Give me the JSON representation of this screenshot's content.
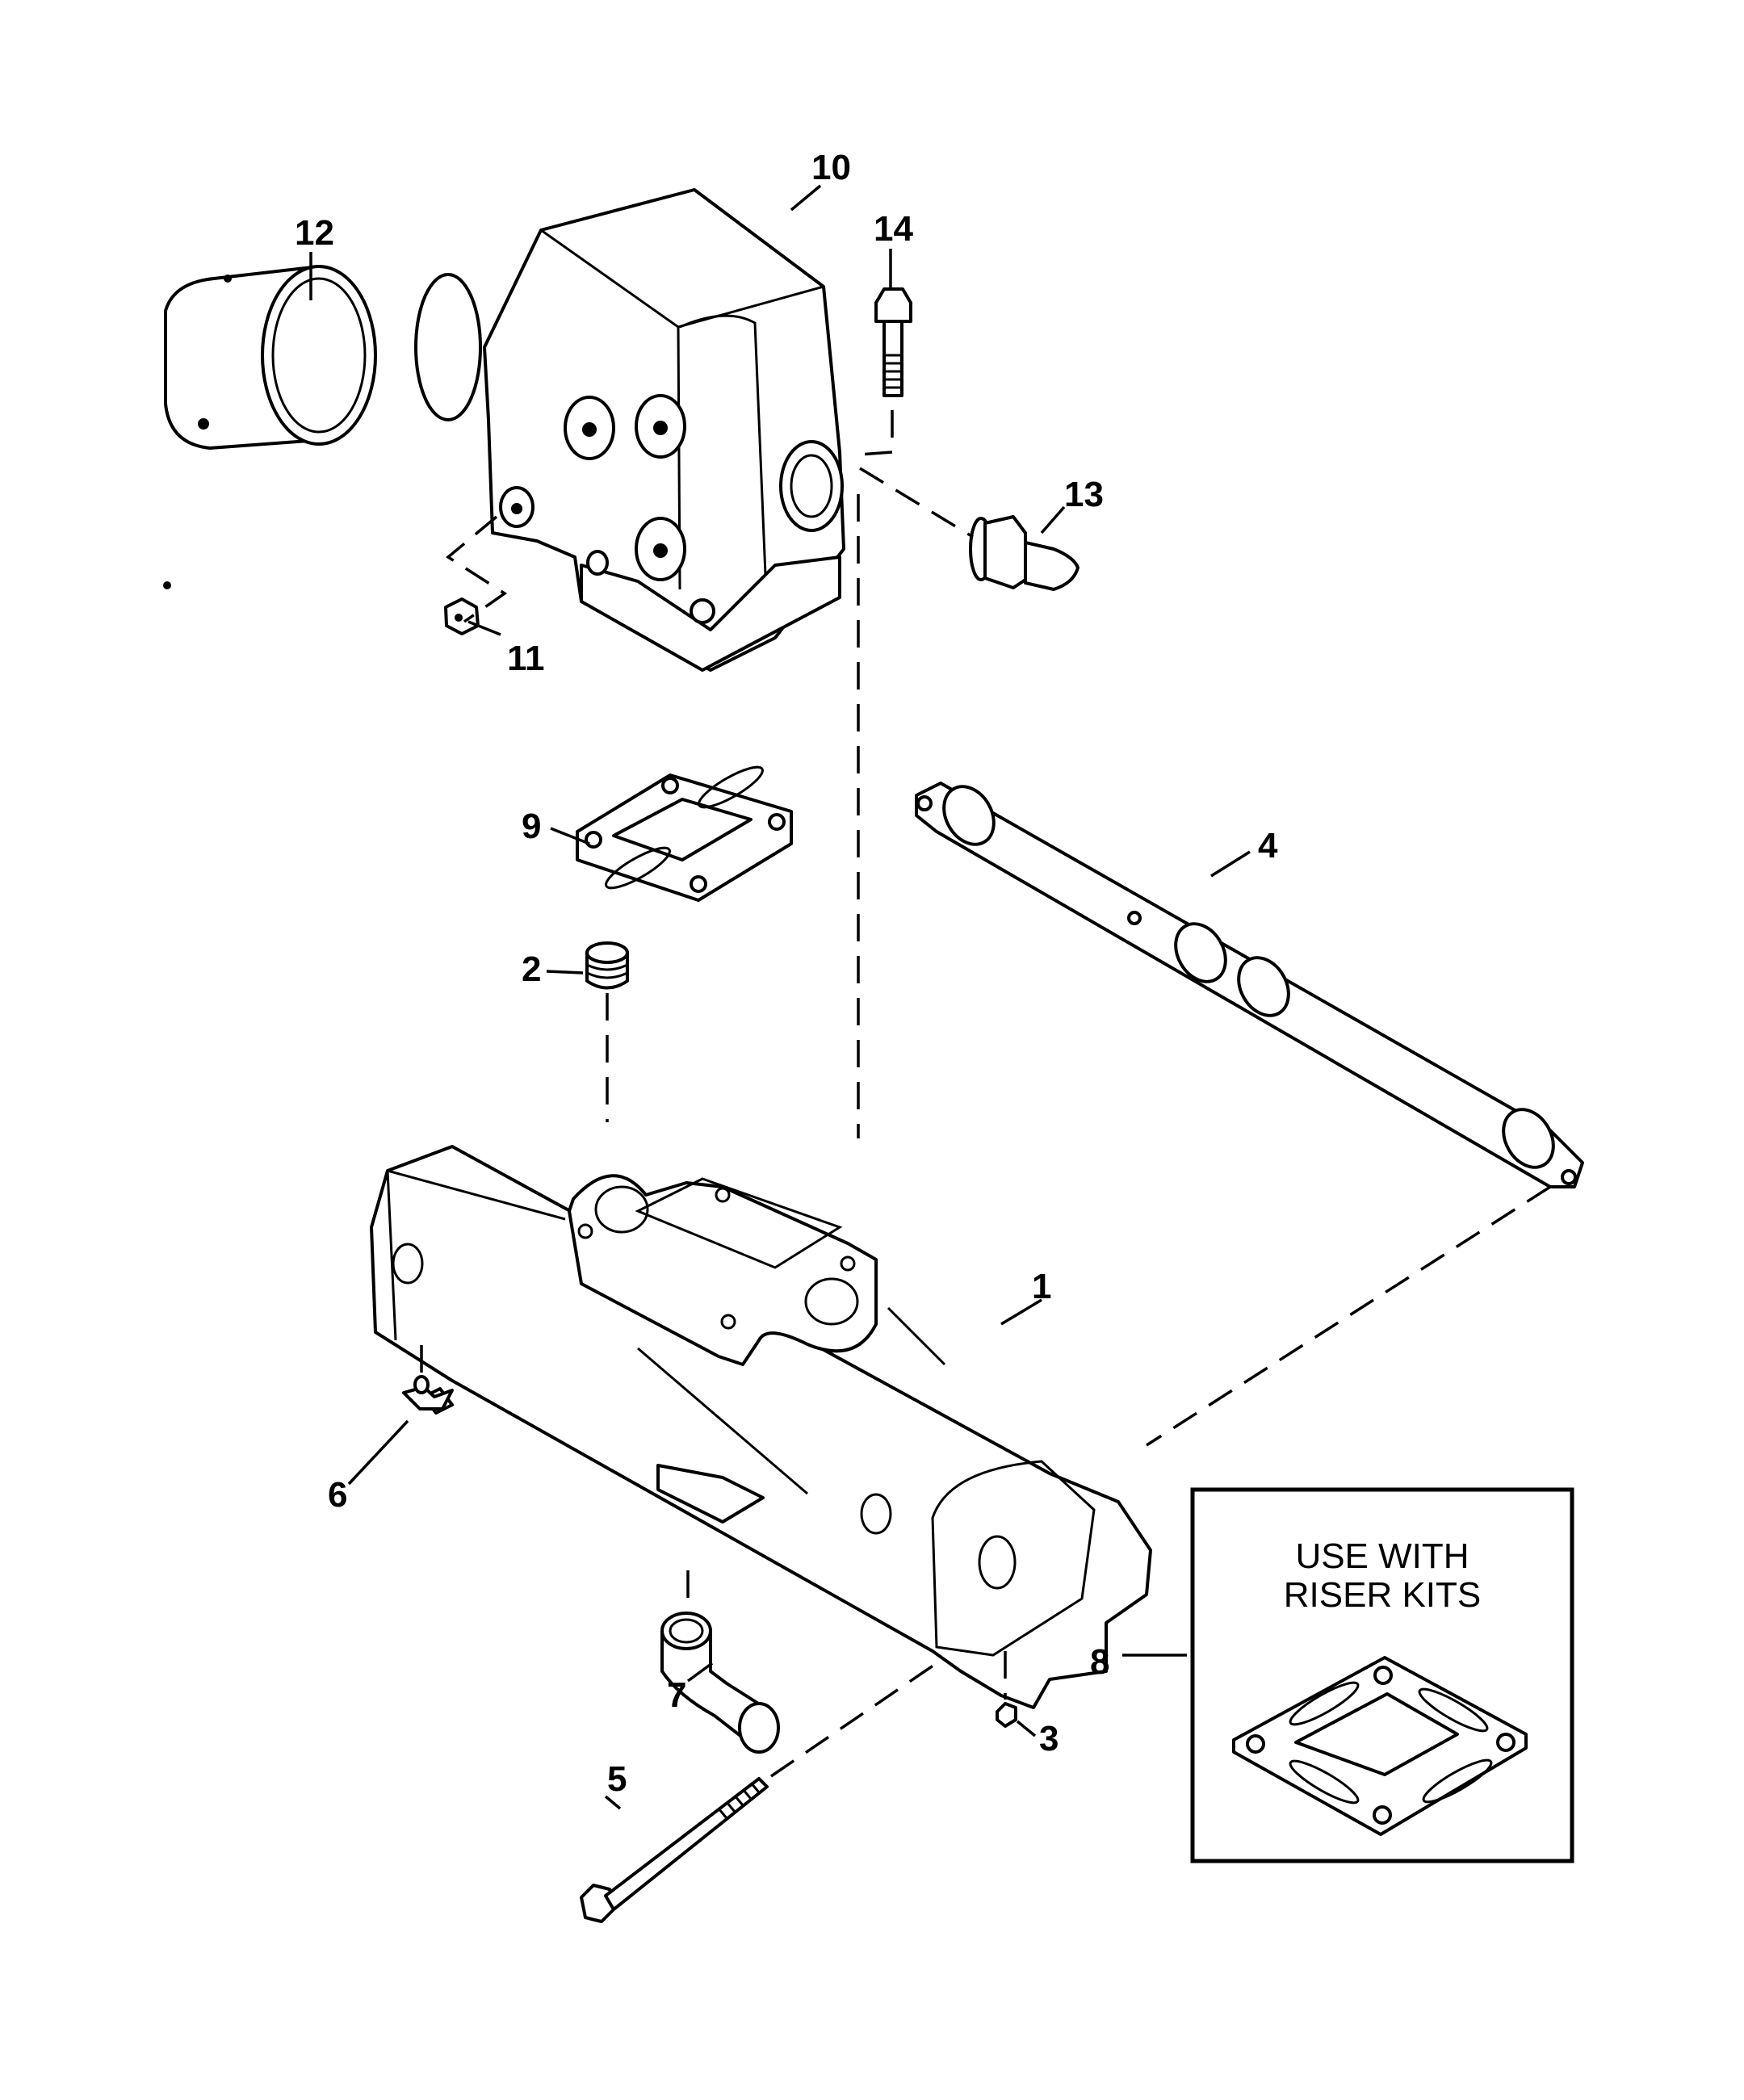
{
  "diagram": {
    "type": "exploded-parts-view",
    "subject": "exhaust manifold and elbow assembly",
    "callouts": [
      {
        "id": "1",
        "label": "1",
        "part": "exhaust-manifold"
      },
      {
        "id": "2",
        "label": "2",
        "part": "pipe-plug"
      },
      {
        "id": "3",
        "label": "3",
        "part": "drain-plug"
      },
      {
        "id": "4",
        "label": "4",
        "part": "manifold-gasket"
      },
      {
        "id": "5",
        "label": "5",
        "part": "long-bolt"
      },
      {
        "id": "6",
        "label": "6",
        "part": "drain-cock"
      },
      {
        "id": "7",
        "label": "7",
        "part": "elbow-fitting"
      },
      {
        "id": "8",
        "label": "8",
        "part": "riser-gasket"
      },
      {
        "id": "9",
        "label": "9",
        "part": "elbow-gasket"
      },
      {
        "id": "10",
        "label": "10",
        "part": "exhaust-elbow"
      },
      {
        "id": "11",
        "label": "11",
        "part": "small-plug"
      },
      {
        "id": "12",
        "label": "12",
        "part": "exhaust-sleeve"
      },
      {
        "id": "13",
        "label": "13",
        "part": "hose-fitting"
      },
      {
        "id": "14",
        "label": "14",
        "part": "screw"
      }
    ],
    "note_box": {
      "line1": "USE WITH",
      "line2": "RISER KITS"
    }
  }
}
